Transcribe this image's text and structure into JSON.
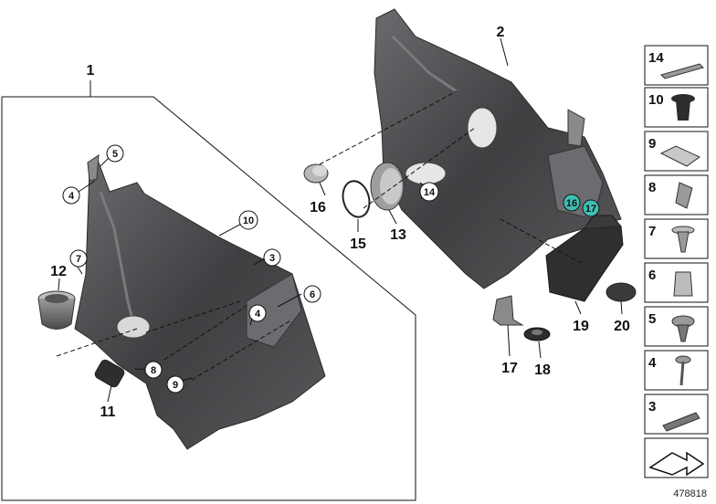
{
  "diagram": {
    "id_number": "478818",
    "callouts": {
      "c1": "1",
      "c2": "2",
      "c11": "11",
      "c12": "12",
      "c13": "13",
      "c15": "15",
      "c16": "16",
      "c17": "17",
      "c18": "18",
      "c19": "19",
      "c20": "20"
    },
    "circled": {
      "k3": "3",
      "k4a": "4",
      "k4b": "4",
      "k5": "5",
      "k6": "6",
      "k7": "7",
      "k8": "8",
      "k9": "9",
      "k10": "10",
      "k14": "14",
      "k16": "16",
      "k17": "17"
    },
    "sidebar": {
      "s14": "14",
      "s10": "10",
      "s9": "9",
      "s8": "8",
      "s7": "7",
      "s6": "6",
      "s5": "5",
      "s4": "4",
      "s3": "3"
    },
    "colors": {
      "panel": "#4a4a4c",
      "panel_light": "#8a8a8c",
      "highlight": "#3fbfb4",
      "line": "#111111"
    }
  }
}
